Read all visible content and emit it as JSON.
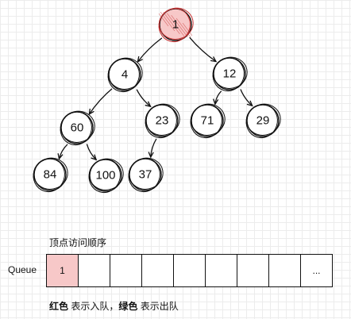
{
  "tree": {
    "nodes": [
      {
        "id": "n1",
        "label": "1",
        "visited": true
      },
      {
        "id": "n4",
        "label": "4",
        "visited": false
      },
      {
        "id": "n12",
        "label": "12",
        "visited": false
      },
      {
        "id": "n60",
        "label": "60",
        "visited": false
      },
      {
        "id": "n23",
        "label": "23",
        "visited": false
      },
      {
        "id": "n71",
        "label": "71",
        "visited": false
      },
      {
        "id": "n29",
        "label": "29",
        "visited": false
      },
      {
        "id": "n84",
        "label": "84",
        "visited": false
      },
      {
        "id": "n100",
        "label": "100",
        "visited": false
      },
      {
        "id": "n37",
        "label": "37",
        "visited": false
      }
    ],
    "edges": [
      [
        "n1",
        "n4"
      ],
      [
        "n1",
        "n12"
      ],
      [
        "n4",
        "n60"
      ],
      [
        "n4",
        "n23"
      ],
      [
        "n12",
        "n71"
      ],
      [
        "n12",
        "n29"
      ],
      [
        "n60",
        "n84"
      ],
      [
        "n60",
        "n100"
      ],
      [
        "n23",
        "n37"
      ]
    ]
  },
  "queue": {
    "title": "顶点访问顺序",
    "label": "Queue",
    "cells": [
      {
        "value": "1",
        "visited": true
      },
      {
        "value": "",
        "visited": false
      },
      {
        "value": "",
        "visited": false
      },
      {
        "value": "",
        "visited": false
      },
      {
        "value": "",
        "visited": false
      },
      {
        "value": "",
        "visited": false
      },
      {
        "value": "",
        "visited": false
      },
      {
        "value": "",
        "visited": false
      },
      {
        "value": "...",
        "visited": false
      }
    ]
  },
  "legend": {
    "red_word": "红色",
    "red_text": " 表示入队，",
    "green_word": "绿色",
    "green_text": " 表示出队"
  },
  "colors": {
    "visited_fill": "#f7c8c8",
    "visited_scribble": "#c83333"
  }
}
